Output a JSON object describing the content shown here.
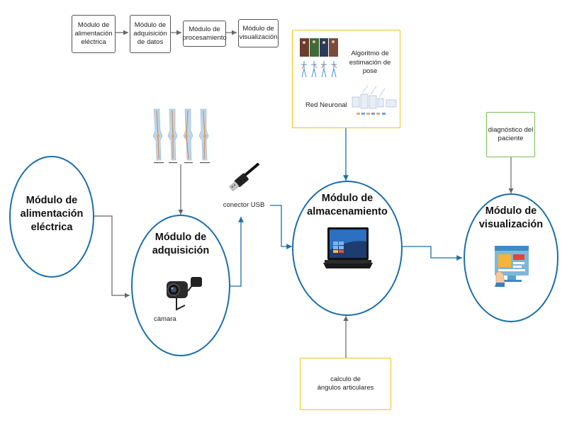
{
  "top_flow": {
    "step1": "Módulo de\nalimentación\neléctrica",
    "step2": "Módulo de\nadquisición\nde datos",
    "step3": "Módulo de\nprocesamiento",
    "step4": "Módulo de\nvisualización"
  },
  "algorithm_box": {
    "title": "Algoritmo de\nestimación de pose",
    "network_label": "Red Neuronal"
  },
  "diagnosis_box": {
    "label": "diagnóstico del\npaciente"
  },
  "angles_box": {
    "label": "calculo de\nángulos articulares"
  },
  "modules": {
    "power": "Módulo de\nalimentación\neléctrica",
    "acquisition": "Módulo de\nadquisición",
    "storage": "Módulo de\nalmacenamiento",
    "visualization": "Módulo de\nvisualización"
  },
  "labels": {
    "camera": "cámara",
    "usb": "conector USB"
  },
  "colors": {
    "module_border": "#1a6ea8",
    "arrow_blue": "#1a6ea8",
    "arrow_gray": "#666666",
    "highlight_yellow": "#f0c419",
    "highlight_green": "#7bbf5a"
  },
  "icons": [
    "knee-xray-illustration",
    "usb-cable-icon",
    "webcam-icon",
    "laptop-icon",
    "dashboard-screen-icon",
    "pose-photos-thumbnail",
    "neural-network-diagram"
  ]
}
